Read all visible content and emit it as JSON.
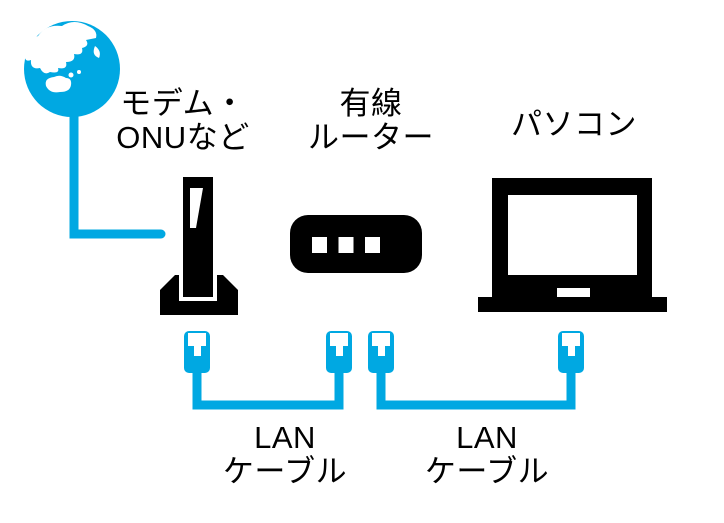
{
  "diagram": {
    "type": "wired-lan-network-setup",
    "colors": {
      "accent_blue": "#00A8E2",
      "device_black": "#000000",
      "white": "#ffffff"
    },
    "nodes": [
      {
        "id": "internet",
        "icon": "globe-icon",
        "label_lines": []
      },
      {
        "id": "modem",
        "icon": "modem-onu-icon",
        "label_lines": [
          "モデム・",
          "ONUなど"
        ]
      },
      {
        "id": "router",
        "icon": "wired-router-icon",
        "label_lines": [
          "有線",
          "ルーター"
        ]
      },
      {
        "id": "pc",
        "icon": "laptop-icon",
        "label_lines": [
          "パソコン"
        ]
      }
    ],
    "connections": [
      {
        "from": "internet",
        "to": "modem",
        "style": "blue-line",
        "label_lines": []
      },
      {
        "from": "modem",
        "to": "router",
        "style": "lan-cable",
        "label_lines": [
          "LAN",
          "ケーブル"
        ]
      },
      {
        "from": "router",
        "to": "pc",
        "style": "lan-cable",
        "label_lines": [
          "LAN",
          "ケーブル"
        ]
      }
    ]
  }
}
